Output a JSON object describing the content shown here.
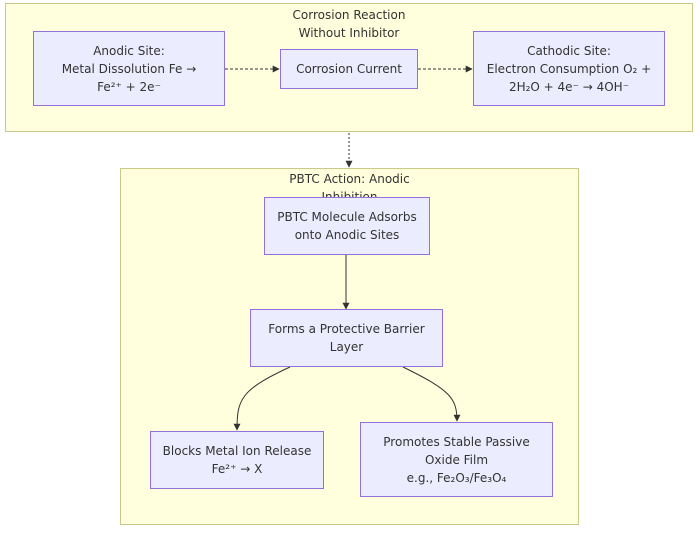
{
  "clusters": {
    "top": {
      "title_lines": [
        "Corrosion Reaction",
        "Without Inhibitor"
      ]
    },
    "bottom": {
      "title_lines": [
        "PBTC Action: Anodic",
        "Inhibition"
      ]
    }
  },
  "nodes": {
    "anodic": {
      "lines": [
        "Anodic Site:",
        "Metal Dissolution Fe →",
        "Fe²⁺ + 2e⁻"
      ]
    },
    "current": {
      "lines": [
        "Corrosion Current"
      ]
    },
    "cathodic": {
      "lines": [
        "Cathodic Site:",
        "Electron Consumption O₂ +",
        "2H₂O + 4e⁻ → 4OH⁻"
      ]
    },
    "adsorbs": {
      "lines": [
        "PBTC Molecule Adsorbs",
        "onto Anodic Sites"
      ]
    },
    "barrier": {
      "lines": [
        "Forms a Protective Barrier",
        "Layer"
      ]
    },
    "blocks": {
      "lines": [
        "Blocks Metal Ion Release",
        "Fe²⁺ → X"
      ]
    },
    "passive": {
      "lines": [
        "Promotes Stable Passive",
        "Oxide Film",
        "e.g., Fe₂O₃/Fe₃O₄"
      ]
    }
  },
  "colors": {
    "cluster_fill": "#ffffde",
    "cluster_border": "#c9c98a",
    "node_fill": "#ececff",
    "node_border": "#9370db",
    "edge": "#333333"
  }
}
